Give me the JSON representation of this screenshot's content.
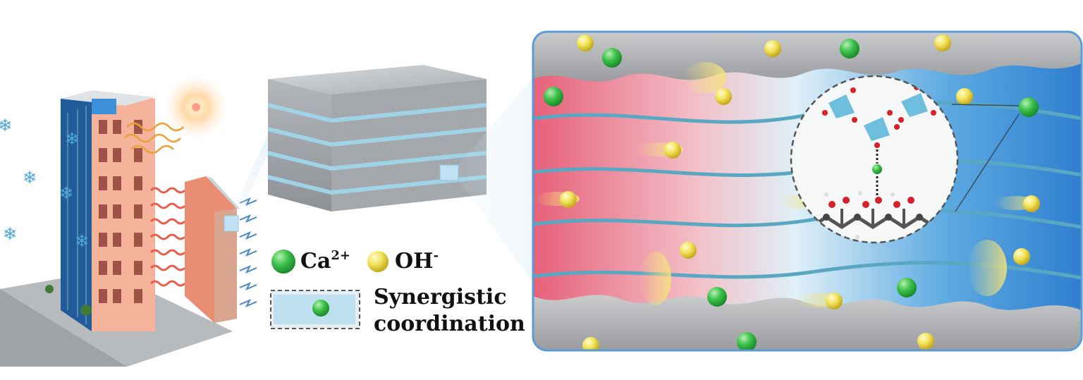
{
  "legend": {
    "ca": {
      "symbol": "Ca",
      "charge": "2+"
    },
    "oh": {
      "symbol": "OH",
      "charge": "-"
    },
    "synergistic_line1": "Synergistic",
    "synergistic_line2": "coordination"
  },
  "colors": {
    "ca_ion": "#3cc24a",
    "oh_ion": "#f3e35a",
    "frame_border": "#5b9bd5",
    "fiber": "#5aa7c4",
    "warm_region": "#e9687f",
    "cool_region": "#3f8fd6",
    "slab_gray": "#9ea3a8",
    "building_blue": "#1f5c99",
    "building_peach": "#f4b39a"
  },
  "icons": [
    "snowflake-icon",
    "sun-icon",
    "heat-wave-icon",
    "cold-arrow-icon"
  ]
}
